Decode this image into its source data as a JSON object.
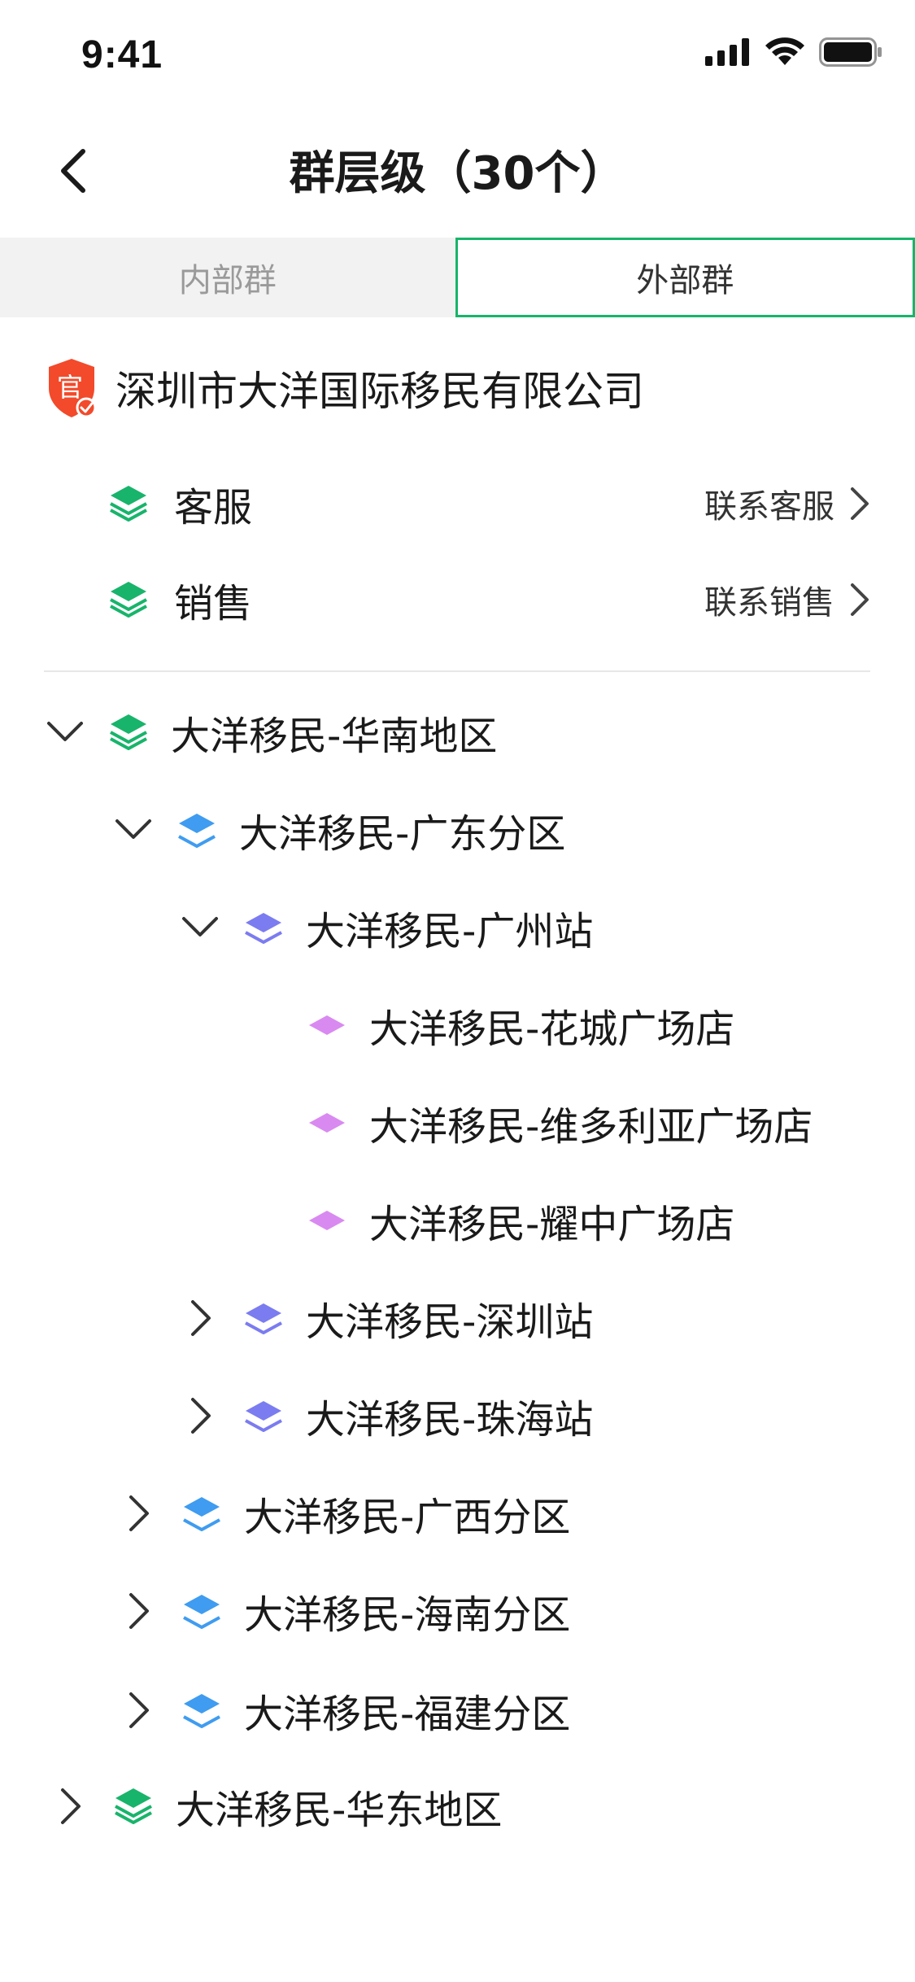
{
  "status_bar": {
    "time": "9:41"
  },
  "nav": {
    "title": "群层级（30个）"
  },
  "tabs": [
    {
      "label": "内部群",
      "active": false
    },
    {
      "label": "外部群",
      "active": true
    }
  ],
  "company": {
    "badge_text": "官",
    "name": "深圳市大洋国际移民有限公司"
  },
  "contacts": [
    {
      "label": "客服",
      "action": "联系客服"
    },
    {
      "label": "销售",
      "action": "联系销售"
    }
  ],
  "tree": [
    {
      "label": "大洋移民-华南地区",
      "level": 0,
      "expanded": true
    },
    {
      "label": "大洋移民-广东分区",
      "level": 1,
      "expanded": true
    },
    {
      "label": "大洋移民-广州站",
      "level": 2,
      "expanded": true
    },
    {
      "label": "大洋移民-花城广场店",
      "level": 3
    },
    {
      "label": "大洋移民-维多利亚广场店",
      "level": 3
    },
    {
      "label": "大洋移民-耀中广场店",
      "level": 3
    },
    {
      "label": "大洋移民-深圳站",
      "level": 2,
      "expanded": false
    },
    {
      "label": "大洋移民-珠海站",
      "level": 2,
      "expanded": false
    },
    {
      "label": "大洋移民-广西分区",
      "level": 1,
      "expanded": false
    },
    {
      "label": "大洋移民-海南分区",
      "level": 1,
      "expanded": false
    },
    {
      "label": "大洋移民-福建分区",
      "level": 1,
      "expanded": false
    },
    {
      "label": "大洋移民-华东地区",
      "level": 0,
      "expanded": false
    }
  ],
  "icons": {
    "level0": "green-layers-icon",
    "level1": "blue-layers-icon",
    "level2": "indigo-layers-icon",
    "level3": "pink-diamond-icon"
  },
  "colors": {
    "accent_green": "#16b56a",
    "level0": "#18b46b",
    "level1": "#3f9cf0",
    "level2": "#7b7cf0",
    "level3": "#d98af0",
    "badge_red": "#f24a2b"
  }
}
